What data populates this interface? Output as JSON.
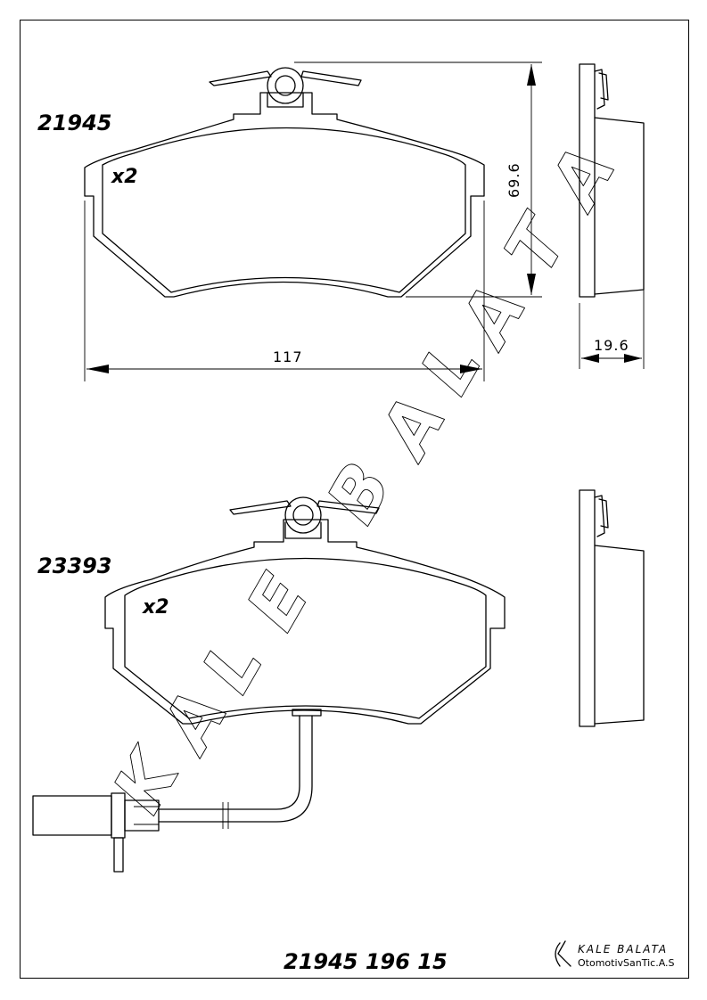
{
  "parts": [
    {
      "code": "21945",
      "quantity": "x2"
    },
    {
      "code": "23393",
      "quantity": "x2"
    }
  ],
  "dimensions": {
    "height": "69.6",
    "width": "117",
    "thickness": "19.6"
  },
  "watermark": "KALE BALATA",
  "brand": {
    "name": "KALE BALATA",
    "company": "OtomotivSanTic.A.S"
  },
  "footer_code": "21945 196 15"
}
